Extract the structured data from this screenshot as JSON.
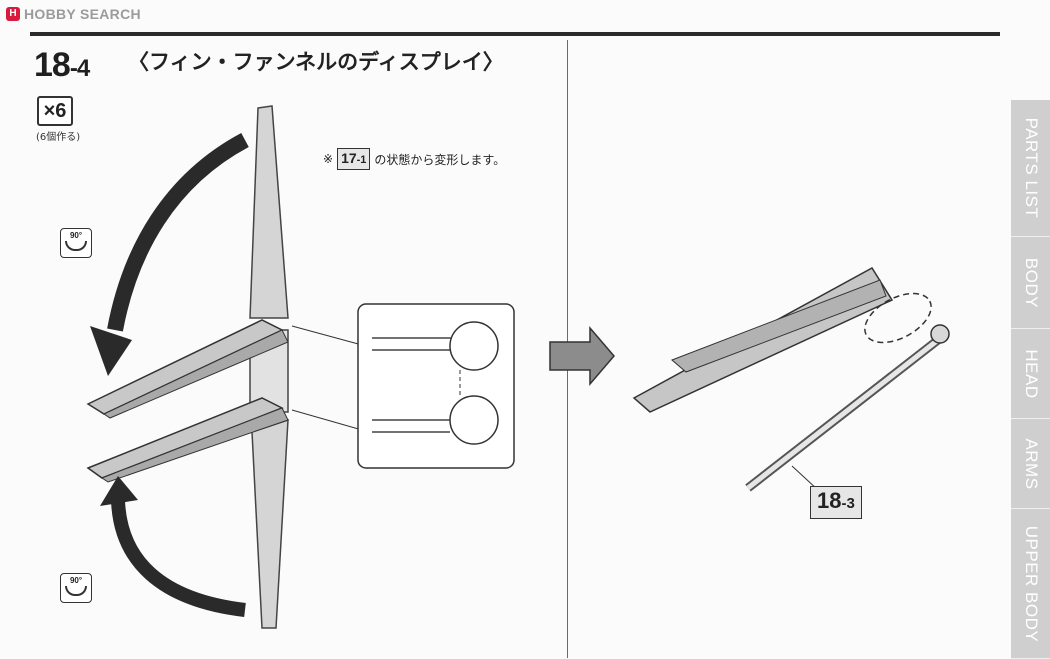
{
  "header": {
    "logo_mark": "H",
    "logo_text": "HOBBY SEARCH"
  },
  "step": {
    "number": "18",
    "sub": "-4",
    "title": "〈フィン・ファンネルのディスプレイ〉"
  },
  "quantity": {
    "label": "×6",
    "note": "(6個作る)"
  },
  "note": {
    "prefix": "※",
    "ref_main": "17",
    "ref_sub": "-1",
    "text": "の状態から変形します。"
  },
  "rotation": {
    "label": "90°"
  },
  "callout": {
    "ref_main": "18",
    "ref_sub": "-3"
  },
  "side_tabs": [
    {
      "label": "PARTS LIST"
    },
    {
      "label": "BODY"
    },
    {
      "label": "HEAD"
    },
    {
      "label": "ARMS"
    },
    {
      "label": "UPPER BODY"
    }
  ]
}
